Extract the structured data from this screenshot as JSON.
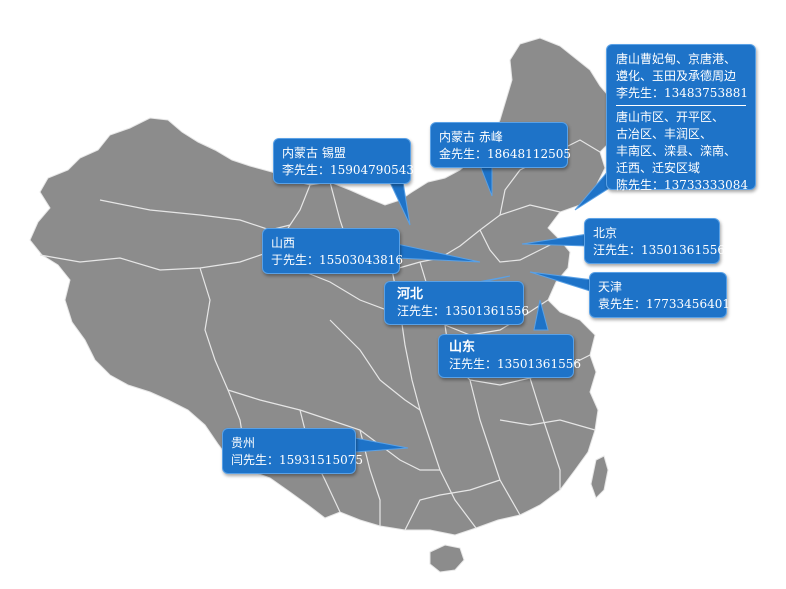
{
  "map": {
    "land_color": "#8c8c8c",
    "border_color": "#e6e6e6",
    "callout_color": "#1e73c8"
  },
  "callouts": {
    "tangshan": {
      "group1_lines": [
        "唐山曹妃甸、京唐港、",
        "遵化、玉田及承德周边"
      ],
      "group1_contact": "李先生：13483753881",
      "group2_lines": [
        "唐山市区、开平区、",
        "古冶区、丰润区、",
        "丰南区、滦县、滦南、",
        "迁西、迁安区域"
      ],
      "group2_contact": "陈先生：13733333084"
    },
    "neimenggu_chifeng": {
      "region": "内蒙古 赤峰",
      "contact": "金先生：18648112505"
    },
    "neimenggu_xilinmeng": {
      "region": "内蒙古 锡盟",
      "contact": "李先生：15904790543"
    },
    "beijing": {
      "region": "北京",
      "contact": "汪先生：13501361556"
    },
    "shanxi": {
      "region": "山西",
      "contact": "于先生：15503043816"
    },
    "tianjin": {
      "region": "天津",
      "contact": "袁先生：17733456401"
    },
    "hebei": {
      "region": "河北",
      "contact": "汪先生：13501361556"
    },
    "shandong": {
      "region": "山东",
      "contact": "汪先生：13501361556"
    },
    "guizhou": {
      "region": "贵州",
      "contact": "闫先生：15931515075"
    }
  }
}
